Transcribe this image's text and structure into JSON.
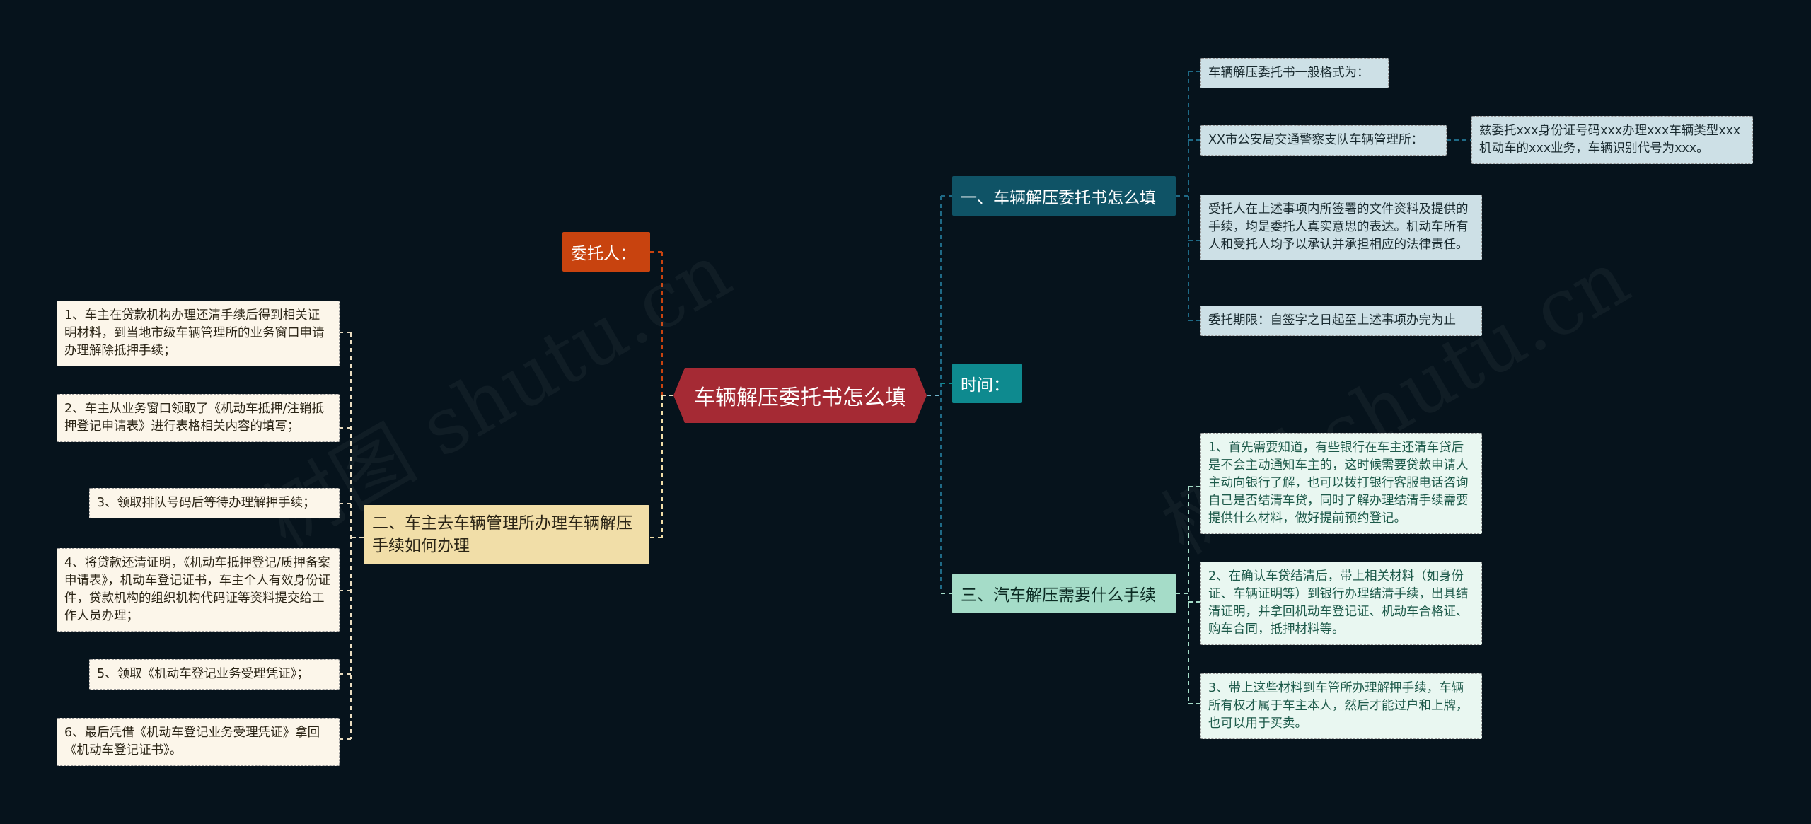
{
  "watermark": "树图 shutu.cn",
  "colors": {
    "background": "#06131c",
    "root": "#a52a34",
    "branch1": "#0f5366",
    "branch2": "#0e8a8f",
    "branch3": "#a5dcc8",
    "branch4": "#c8430f",
    "branch5": "#f1dea8"
  },
  "root": {
    "label": "车辆解压委托书怎么填"
  },
  "branches": {
    "b1": {
      "label": "一、车辆解压委托书怎么填",
      "leaves": [
        "车辆解压委托书一般格式为：",
        "XX市公安局交通警察支队车辆管理所：",
        "兹委托xxx身份证号码xxx办理xxx车辆类型xxx机动车的xxx业务，车辆识别代号为xxx。",
        "受托人在上述事项内所签署的文件资料及提供的手续，均是委托人真实意思的表达。机动车所有人和受托人均予以承认并承担相应的法律责任。",
        "委托期限：自签字之日起至上述事项办完为止"
      ]
    },
    "b2": {
      "label": "时间："
    },
    "b3": {
      "label": "三、汽车解压需要什么手续",
      "leaves": [
        "1、首先需要知道，有些银行在车主还清车贷后是不会主动通知车主的，这时候需要贷款申请人主动向银行了解，也可以拨打银行客服电话咨询自己是否结清车贷，同时了解办理结清手续需要提供什么材料，做好提前预约登记。",
        "2、在确认车贷结清后，带上相关材料（如身份证、车辆证明等）到银行办理结清手续，出具结清证明，并拿回机动车登记证、机动车合格证、购车合同，抵押材料等。",
        "3、带上这些材料到车管所办理解押手续，车辆所有权才属于车主本人，然后才能过户和上牌，也可以用于买卖。"
      ]
    },
    "b4": {
      "label": "委托人："
    },
    "b5": {
      "label": "二、车主去车辆管理所办理车辆解压手续如何办理",
      "leaves": [
        "1、车主在贷款机构办理还清手续后得到相关证明材料，到当地市级车辆管理所的业务窗口申请办理解除抵押手续；",
        "2、车主从业务窗口领取了《机动车抵押/注销抵押登记申请表》进行表格相关内容的填写；",
        "3、领取排队号码后等待办理解押手续；",
        "4、将贷款还清证明，《机动车抵押登记/质押备案申请表》，机动车登记证书，车主个人有效身份证件，贷款机构的组织机构代码证等资料提交给工作人员办理；",
        "5、领取《机动车登记业务受理凭证》；",
        "6、最后凭借《机动车登记业务受理凭证》拿回《机动车登记证书》。"
      ]
    }
  }
}
